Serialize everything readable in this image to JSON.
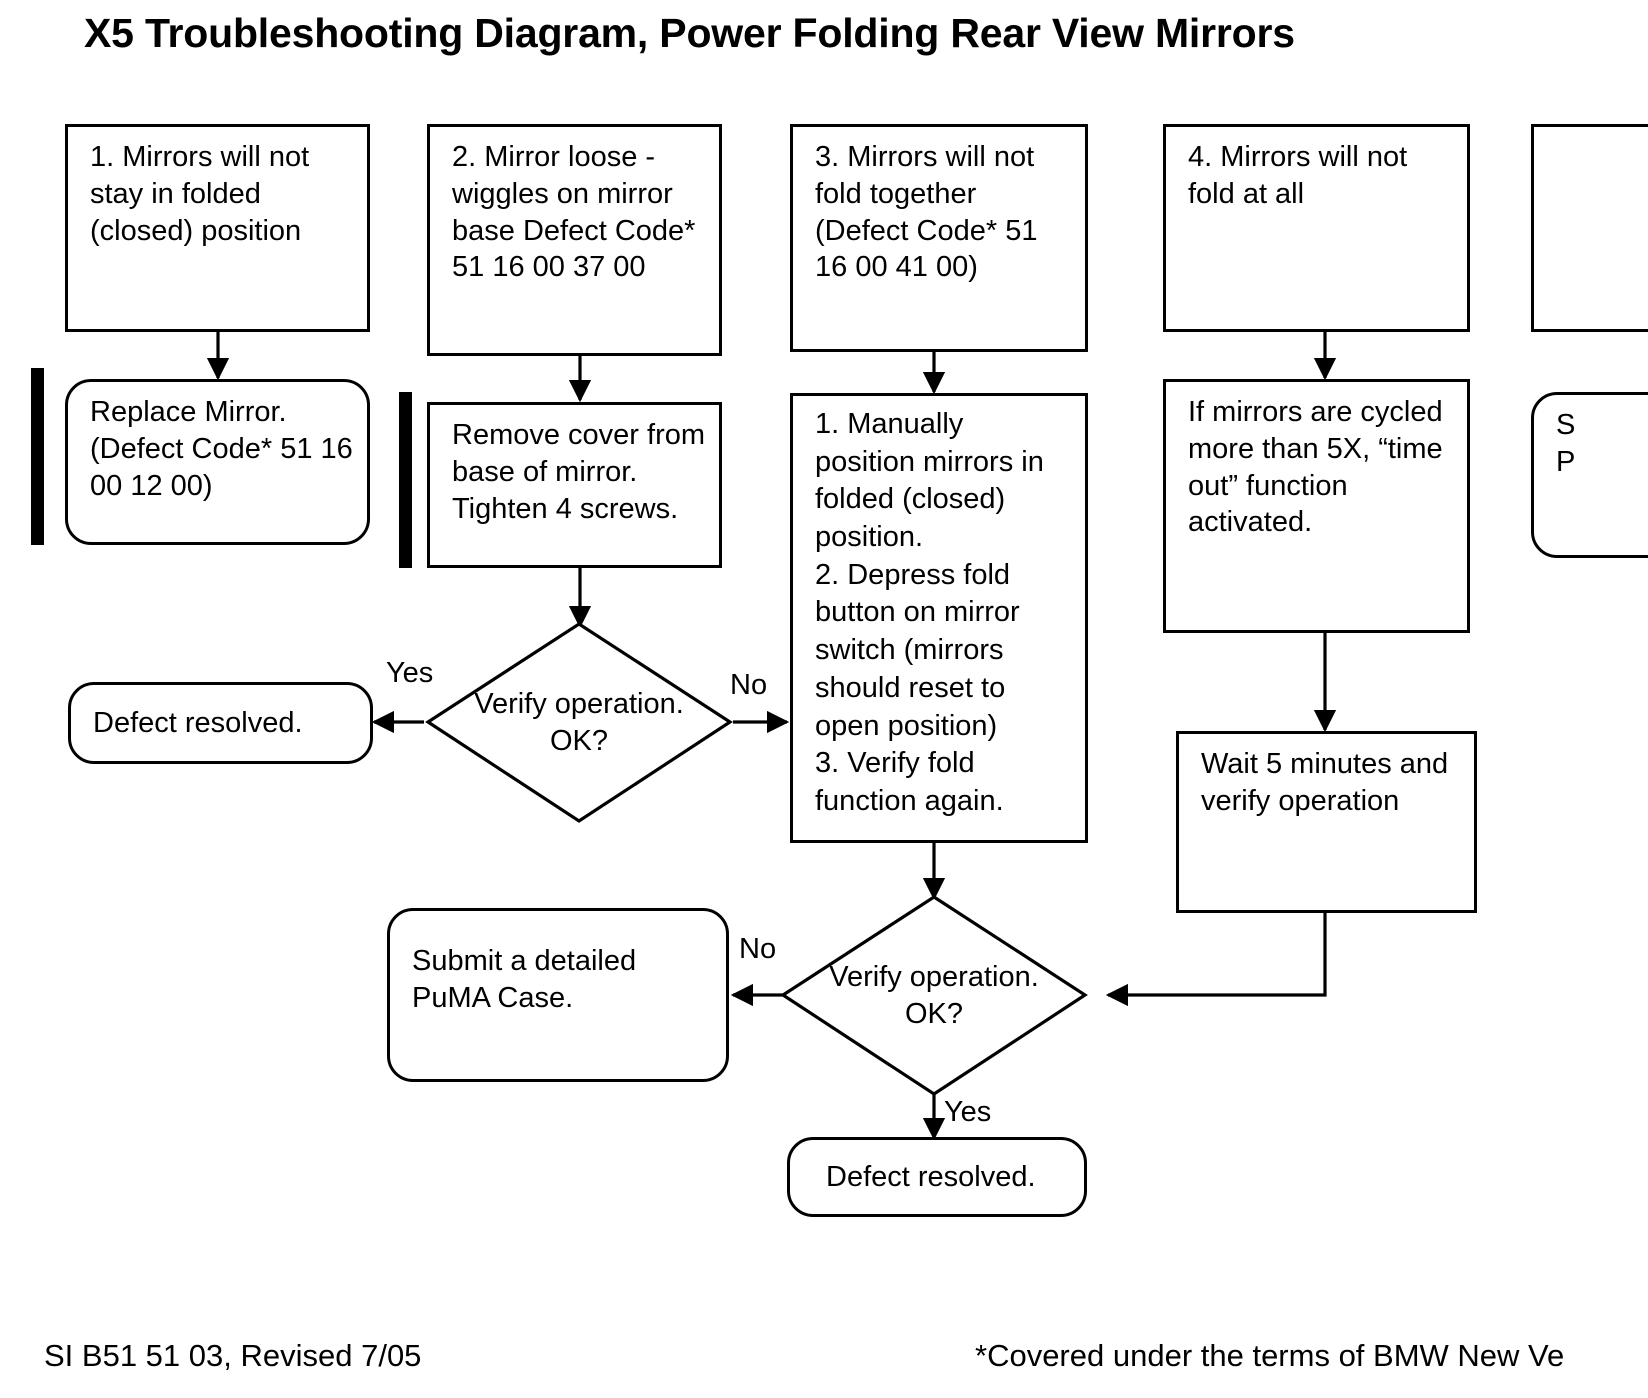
{
  "document": {
    "title": "X5 Troubleshooting Diagram, Power Folding Rear View Mirrors",
    "footer_left": "SI B51 51 03, Revised 7/05",
    "footer_right": "*Covered under the terms of BMW New Ve"
  },
  "nodes": {
    "symptom1": "1. Mirrors will not stay in folded (closed) position",
    "action1": "Replace Mirror. (Defect Code* 51 16 00 12 00)",
    "symptom2": "2. Mirror loose - wiggles on mirror base Defect Code* 51 16 00 37 00",
    "action2": "Remove cover from base of mirror. Tighten 4 screws.",
    "symptom3": "3. Mirrors will not fold together (Defect Code* 51 16 00 41 00)",
    "action3": "1. Manually position mirrors in folded (closed) position.\n2. Depress fold button on mirror switch (mirrors should reset to open position)\n3. Verify fold function again.",
    "symptom4": "4. Mirrors will not fold at all",
    "action4": "If mirrors are cycled more than 5X, “time out” function activated.",
    "wait5": "Wait 5 minutes and verify operation",
    "symptom5": "",
    "action5": "S\nP",
    "resolved_upper": "Defect resolved.",
    "resolved_lower": "Defect resolved.",
    "puma": "Submit a detailed PuMA Case."
  },
  "decisions": {
    "verify_upper": "Verify operation.\nOK?",
    "verify_lower": "Verify operation.\nOK?"
  },
  "edge_labels": {
    "upper_yes": "Yes",
    "upper_no": "No",
    "lower_no": "No",
    "lower_yes": "Yes"
  },
  "colors": {
    "stroke": "#000000",
    "background": "#ffffff",
    "change_bar": "#000000"
  }
}
